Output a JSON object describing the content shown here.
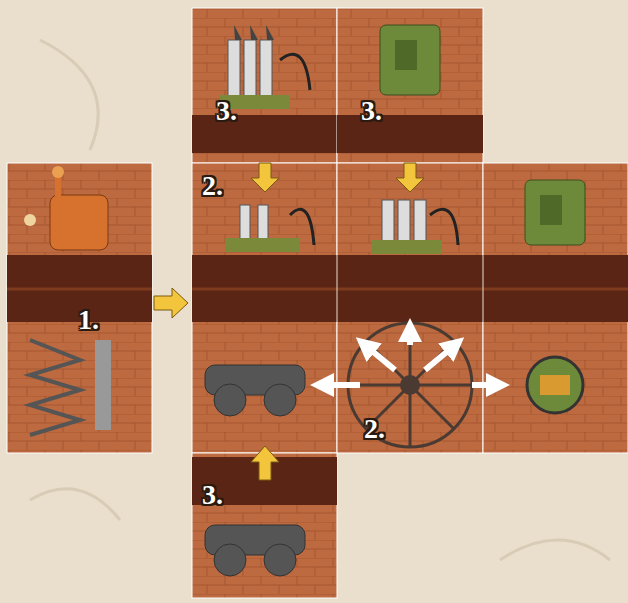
{
  "diagram": {
    "labels": [
      "3.",
      "3.",
      "2.",
      "1.",
      "2.",
      "3."
    ]
  }
}
